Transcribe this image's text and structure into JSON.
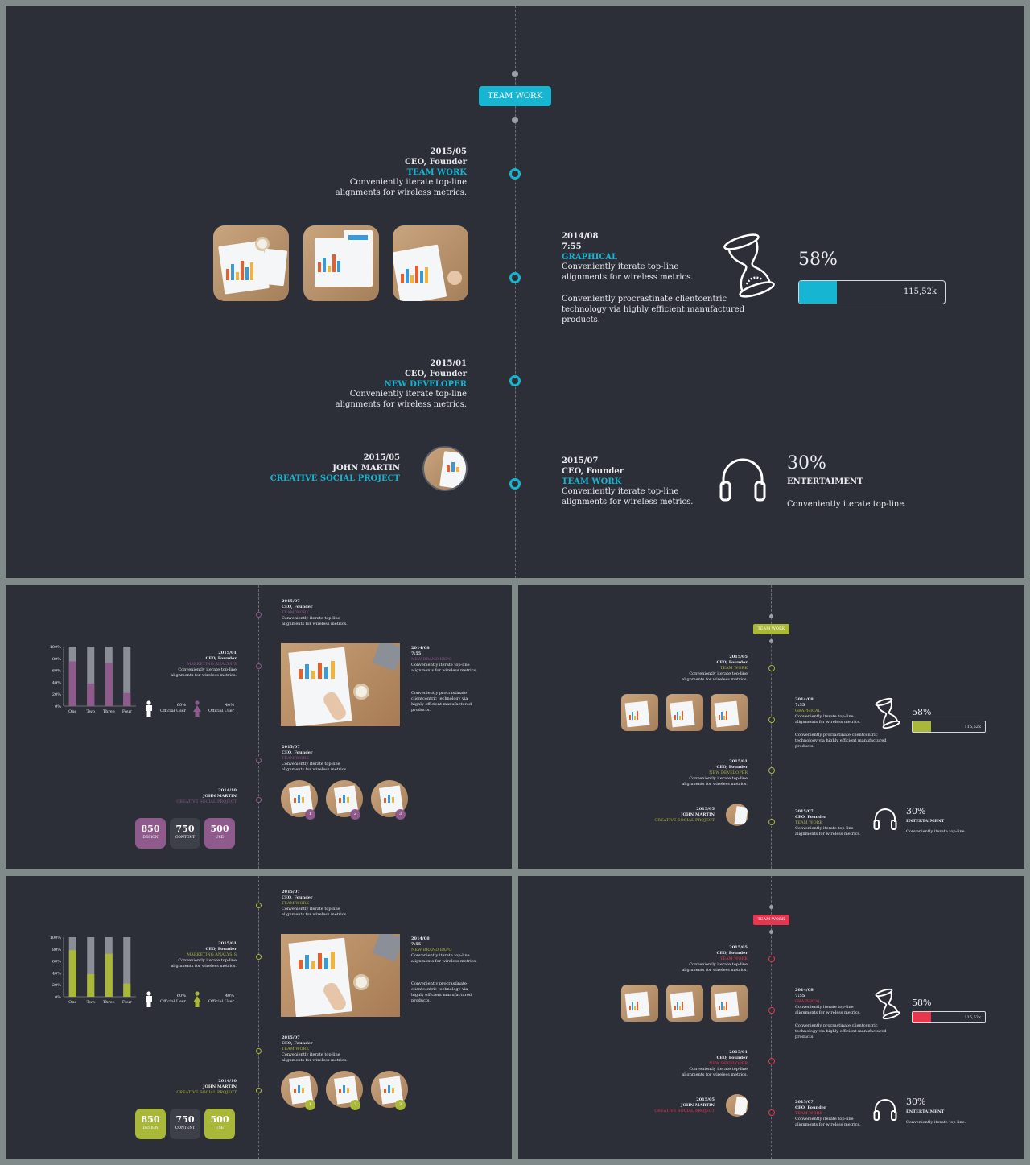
{
  "colors": {
    "teal": "#16b5d1",
    "purple": "#8e5b8c",
    "olive": "#a9b839",
    "red": "#e8364f",
    "text": "#e9ebee",
    "slide": "#2c2e38"
  },
  "top": {
    "pill": "TEAM WORK",
    "e1": {
      "date": "2015/05",
      "role": "CEO, Founder",
      "tag": "TEAM WORK",
      "desc1": "Conveniently iterate top-line",
      "desc2": "alignments for wireless metrics."
    },
    "e2": {
      "date": "2014/08",
      "time": "7:55",
      "tag": "GRAPHICAL",
      "desc1": "Conveniently iterate top-line",
      "desc2": "alignments for wireless metrics.",
      "p1": "Conveniently procrastinate clientcentric",
      "p2": "technology via highly efficient manufactured",
      "p3": "products."
    },
    "e3": {
      "date": "2015/01",
      "role": "CEO, Founder",
      "tag": "NEW DEVELOPER",
      "desc1": "Conveniently iterate top-line",
      "desc2": "alignments for wireless metrics."
    },
    "e4": {
      "date": "2015/05",
      "name": "JOHN MARTIN",
      "tag": "CREATIVE SOCIAL PROJECT"
    },
    "e5": {
      "date": "2015/07",
      "role": "CEO, Founder",
      "tag": "TEAM WORK",
      "desc1": "Conveniently iterate top-line",
      "desc2": "alignments for wireless metrics."
    },
    "stat1": {
      "pct": "58%",
      "value": "115,52k",
      "progress": 0.26,
      "icon": "hourglass-icon"
    },
    "stat2": {
      "pct": "30%",
      "label": "ENTERTAIMENT",
      "desc": "Conveniently iterate top-line.",
      "icon": "headphones-icon"
    }
  },
  "chart_slide": {
    "e1": {
      "date": "2015/07",
      "role": "CEO, Founder",
      "tag": "TEAM WORK",
      "d1": "Conveniently iterate top-line",
      "d2": "alignments for wireless metrics."
    },
    "e2": {
      "date": "2015/01",
      "role": "CEO, Founder",
      "tag": "MARKETING ANALYSIS",
      "d1": "Conveniently iterate top-line",
      "d2": "alignments for wireless metrics."
    },
    "e3": {
      "date": "2014/08",
      "time": "7:55",
      "tag": "NEW BRAND EXPO",
      "d1": "Conveniently iterate top-line",
      "d2": "alignments for wireless metrics.",
      "p1": "Conveniently procrastinate",
      "p2": "clientcentric technology via",
      "p3": "highly efficient manufactured",
      "p4": "products."
    },
    "e4": {
      "date": "2015/07",
      "role": "CEO, Founder",
      "tag": "TEAM WORK",
      "d1": "Conveniently iterate top-line",
      "d2": "alignments for wireless metrics."
    },
    "e5": {
      "date": "2014/10",
      "name": "JOHN MARTIN",
      "tag": "CREATIVE SOCIAL PROJECT"
    },
    "male": {
      "pct": "60%",
      "label": "Official User"
    },
    "female": {
      "pct": "40%",
      "label": "Official User"
    },
    "tiles": [
      {
        "n": "850",
        "l": "DESIGN"
      },
      {
        "n": "750",
        "l": "CONTENT"
      },
      {
        "n": "500",
        "l": "USE"
      }
    ],
    "badges": [
      "1",
      "2",
      "3"
    ]
  },
  "chart_data": [
    {
      "type": "bar",
      "categories": [
        "One",
        "Two",
        "Three",
        "Four"
      ],
      "values": [
        75,
        38,
        72,
        22
      ],
      "ylim": [
        0,
        100
      ],
      "yticks": [
        "0%",
        "20%",
        "40%",
        "60%",
        "80%",
        "100%"
      ],
      "color": "#8e5b8c"
    },
    {
      "type": "bar",
      "categories": [
        "One",
        "Two",
        "Three",
        "Four"
      ],
      "values": [
        78,
        38,
        72,
        22
      ],
      "ylim": [
        0,
        100
      ],
      "yticks": [
        "0%",
        "20%",
        "40%",
        "60%",
        "80%",
        "100%"
      ],
      "color": "#a9b839"
    }
  ],
  "mini": {
    "pill": "TEAM WORK",
    "e1": {
      "date": "2015/05",
      "role": "CEO, Founder",
      "tag": "TEAM WORK",
      "d1": "Conveniently iterate top-line",
      "d2": "alignments for wireless metrics."
    },
    "e2": {
      "date": "2014/08",
      "time": "7:55",
      "tag": "GRAPHICAL",
      "d1": "Conveniently iterate top-line",
      "d2": "alignments for wireless metrics.",
      "p1": "Conveniently procrastinate clientcentric",
      "p2": "technology via highly efficient manufactured",
      "p3": "products."
    },
    "e3": {
      "date": "2015/01",
      "role": "CEO, Founder",
      "tag": "NEW DEVELOPER",
      "d1": "Conveniently iterate top-line",
      "d2": "alignments for wireless metrics."
    },
    "e4": {
      "date": "2015/05",
      "name": "JOHN MARTIN",
      "tag": "CREATIVE SOCIAL PROJECT"
    },
    "e5": {
      "date": "2015/07",
      "role": "CEO, Founder",
      "tag": "TEAM WORK",
      "d1": "Conveniently iterate top-line",
      "d2": "alignments for wireless metrics."
    },
    "pct1": "58%",
    "val1": "115,52k",
    "pct2": "30%",
    "label2": "ENTERTAIMENT",
    "desc2": "Conveniently iterate top-line."
  }
}
